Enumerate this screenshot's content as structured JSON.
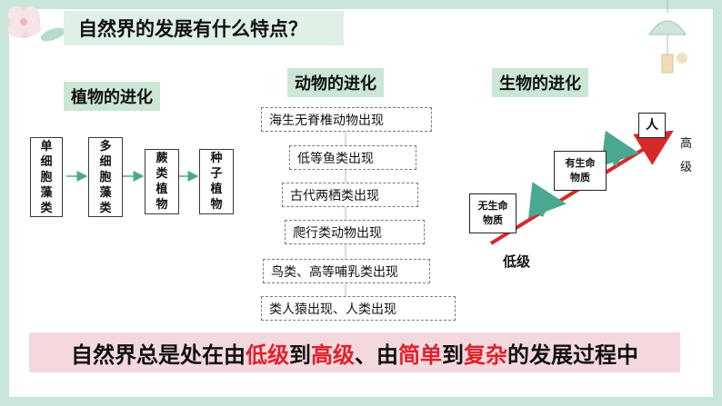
{
  "title": "自然界的发展有什么特点？",
  "plant": {
    "heading": "植物的进化",
    "stages": [
      "单细胞藻类",
      "多细胞藻类",
      "蕨类植物",
      "种子植物"
    ]
  },
  "animal": {
    "heading": "动物的进化",
    "stages": [
      "海生无脊椎动物出现",
      "低等鱼类出现",
      "古代两栖类出现",
      "爬行类动物出现",
      "鸟类、高等哺乳类出现",
      "类人猿出现、人类出现"
    ]
  },
  "life": {
    "heading": "生物的进化",
    "nonliving": "无生命物质",
    "living": "有生命物质",
    "human": "人",
    "high": "高级",
    "low": "低级"
  },
  "conclusion": {
    "p1": "自然界总是处在由",
    "low": "低级",
    "p2": "到",
    "high": "高级",
    "p3": "、由",
    "simple": "简单",
    "p4": "到",
    "complex": "复杂",
    "p5": "的发展过程中"
  },
  "colors": {
    "accent_red": "#e0202a",
    "arrow_red": "#d42a2a",
    "arrow_teal": "#4aa890",
    "frame": "#c9e6dc"
  }
}
